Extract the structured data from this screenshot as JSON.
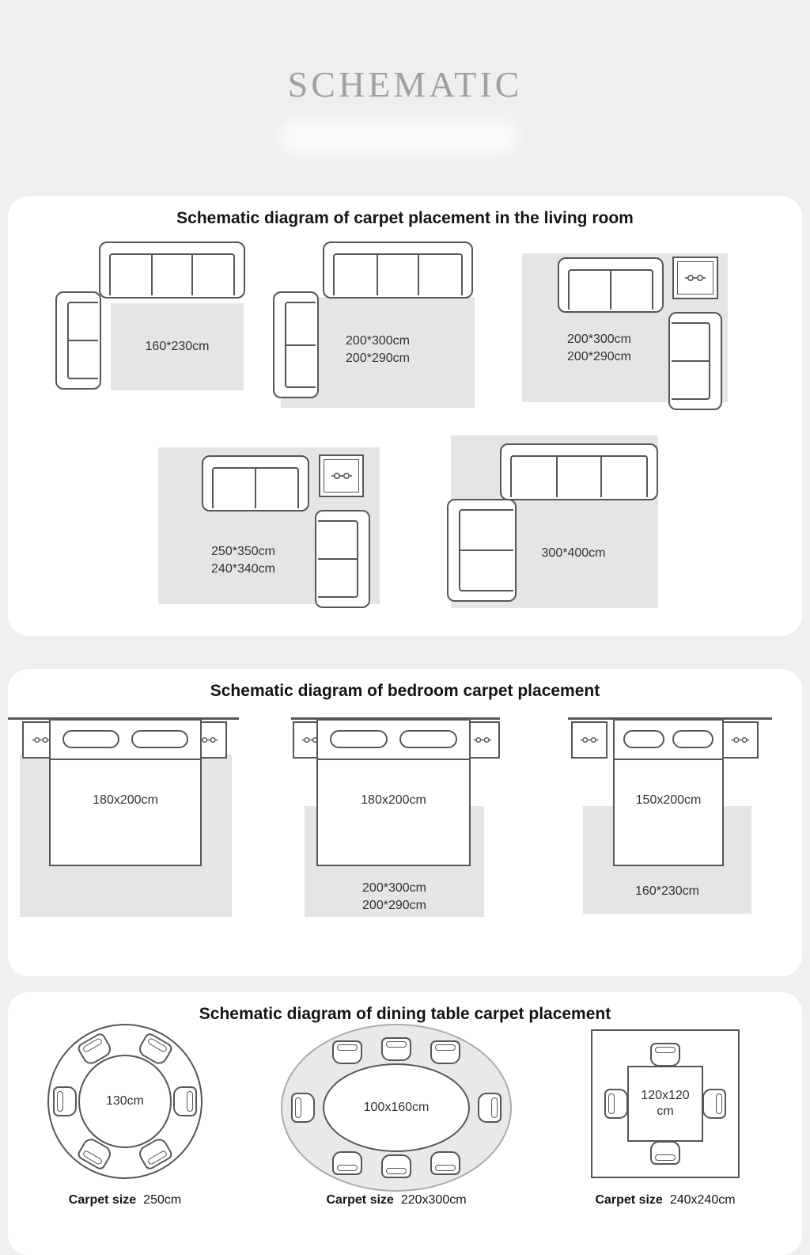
{
  "header": {
    "title": "SCHEMATIC"
  },
  "colors": {
    "page_bg": "#f0efed",
    "panel_bg": "#ffffff",
    "carpet_fill": "#e5e5e4",
    "outline": "#565656",
    "title_text": "#141414",
    "hero_text": "#a0a0a0"
  },
  "icons": {
    "nightstand_icon": "plant-icon",
    "side_table_icon": "plant-icon"
  },
  "living_room": {
    "title": "Schematic diagram of carpet placement in the living room",
    "diagrams": [
      {
        "lines": [
          "160*230cm"
        ]
      },
      {
        "lines": [
          "200*300cm",
          "200*290cm"
        ]
      },
      {
        "lines": [
          "200*300cm",
          "200*290cm"
        ]
      },
      {
        "lines": [
          "250*350cm",
          "240*340cm"
        ]
      },
      {
        "lines": [
          "300*400cm"
        ]
      }
    ]
  },
  "bedroom": {
    "title": "Schematic diagram of bedroom carpet placement",
    "diagrams": [
      {
        "bed_size": "180x200cm",
        "carpet_lines": []
      },
      {
        "bed_size": "180x200cm",
        "carpet_lines": [
          "200*300cm",
          "200*290cm"
        ]
      },
      {
        "bed_size": "150x200cm",
        "carpet_lines": [
          "160*230cm"
        ]
      }
    ]
  },
  "dining": {
    "title": "Schematic diagram of dining table carpet placement",
    "diagrams": [
      {
        "shape": "round",
        "table_lines": [
          "130cm"
        ],
        "caption_label": "Carpet size",
        "caption_value": "250cm"
      },
      {
        "shape": "oval",
        "table_lines": [
          "100x160cm"
        ],
        "caption_label": "Carpet size",
        "caption_value": "220x300cm"
      },
      {
        "shape": "square",
        "table_lines": [
          "120x120",
          "cm"
        ],
        "caption_label": "Carpet size",
        "caption_value": "240x240cm"
      }
    ]
  }
}
